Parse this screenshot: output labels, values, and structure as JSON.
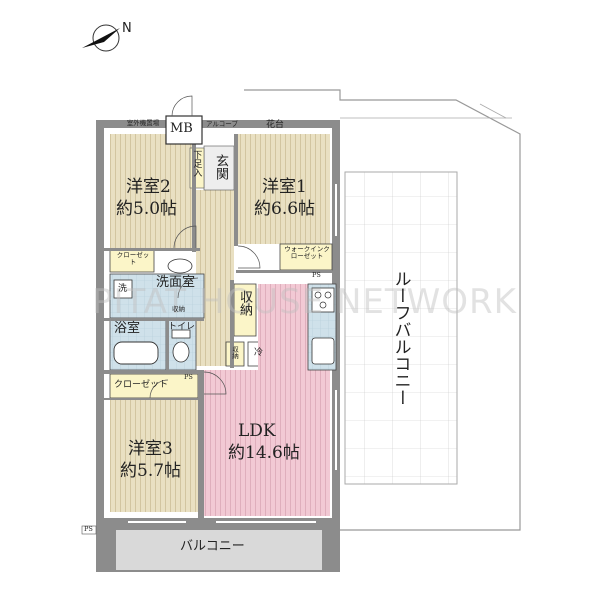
{
  "compass": {
    "label": "N"
  },
  "rooms": {
    "mb": "MB",
    "kadan": "花台",
    "shitsugaiki": "室外機置場",
    "alcove": "アルコーブ",
    "shoes": "下足入",
    "entrance": "玄関",
    "youshitsu2_name": "洋室2",
    "youshitsu2_size": "約5.0帖",
    "youshitsu1_name": "洋室1",
    "youshitsu1_size": "約6.6帖",
    "closet_small": "クローゼット",
    "walkin": "ウォークインクローゼット",
    "ps_walkin": "PS",
    "sentaku": "洗",
    "senmenshitsu": "洗面室",
    "shuno_small": "収納",
    "shuno_big": "収納",
    "yokushitsu": "浴室",
    "toilet": "トイレ",
    "shuno_small2": "収納",
    "reizoko": "冷",
    "closet3": "クローゼット",
    "ps_closet3": "PS",
    "youshitsu3_name": "洋室3",
    "youshitsu3_size": "約5.7帖",
    "ldk_name": "LDK",
    "ldk_size": "約14.6帖",
    "roof_balcony": "ルーフバルコニー",
    "balcony": "バルコニー",
    "ps_balcony": "PS"
  },
  "watermark": "PITAT HOUSE NETWORK",
  "colors": {
    "wall": "#8c8c8c",
    "room_floor": "#e9e0c2",
    "ldk_floor": "#f2c9d4",
    "wet_area": "#cfe1ea",
    "closet": "#fbf5c8",
    "balcony": "#d9d9d9",
    "roof_grid": "#c7c7c7"
  }
}
